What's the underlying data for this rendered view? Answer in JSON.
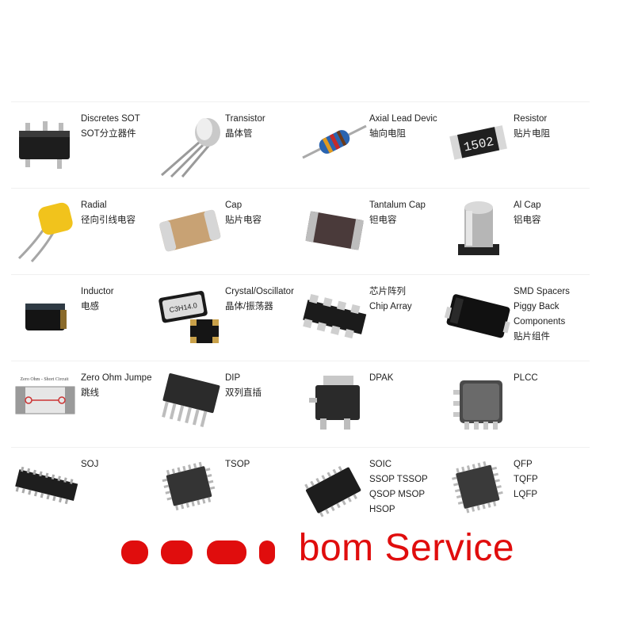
{
  "products": [
    {
      "id": "discretes-sot",
      "lines": [
        "Discretes SOT",
        "SOT分立器件"
      ]
    },
    {
      "id": "transistor",
      "lines": [
        "Transistor",
        "晶体管"
      ]
    },
    {
      "id": "axial-lead-device",
      "lines": [
        "Axial Lead Devic",
        "轴向电阻"
      ]
    },
    {
      "id": "resistor",
      "lines": [
        "Resistor",
        "贴片电阻"
      ]
    },
    {
      "id": "radial",
      "lines": [
        "Radial",
        "径向引线电容"
      ]
    },
    {
      "id": "cap",
      "lines": [
        "Cap",
        "贴片电容"
      ]
    },
    {
      "id": "tantalum-cap",
      "lines": [
        "Tantalum Cap",
        "钽电容"
      ]
    },
    {
      "id": "al-cap",
      "lines": [
        "Al Cap",
        "铝电容"
      ]
    },
    {
      "id": "inductor",
      "lines": [
        "Inductor",
        "电感"
      ]
    },
    {
      "id": "crystal-oscillator",
      "lines": [
        "Crystal/Oscillator",
        "晶体/振荡器"
      ]
    },
    {
      "id": "chip-array",
      "lines": [
        "芯片阵列",
        "Chip Array"
      ]
    },
    {
      "id": "smd-spacers",
      "lines": [
        "SMD Spacers",
        "Piggy Back",
        "Components",
        "贴片组件"
      ]
    },
    {
      "id": "zero-ohm-jumper",
      "lines": [
        "Zero Ohm Jumpe",
        "跳线"
      ]
    },
    {
      "id": "dip",
      "lines": [
        "DIP",
        "双列直插"
      ]
    },
    {
      "id": "dpak",
      "lines": [
        "DPAK"
      ]
    },
    {
      "id": "plcc",
      "lines": [
        "PLCC"
      ]
    },
    {
      "id": "soj",
      "lines": [
        "SOJ"
      ]
    },
    {
      "id": "tsop",
      "lines": [
        "TSOP"
      ]
    },
    {
      "id": "soic",
      "lines": [
        "SOIC",
        "SSOP TSSOP",
        "QSOP MSOP",
        "HSOP"
      ]
    },
    {
      "id": "qfp",
      "lines": [
        "QFP",
        "TQFP",
        "LQFP"
      ]
    }
  ],
  "jumper_label": "Zero Ohm - Short Circuit",
  "resistor_code": "1502",
  "crystal_marking": "C3H14.0",
  "banner": {
    "visible_text": "bom Service",
    "color": "#e00d0d"
  }
}
